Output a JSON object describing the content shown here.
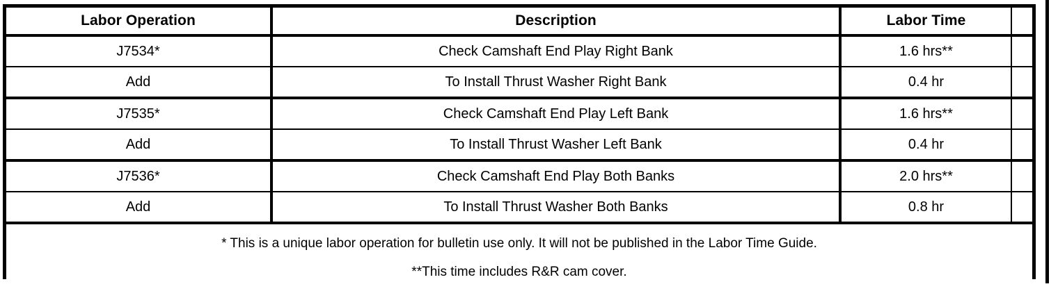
{
  "table": {
    "columns": [
      {
        "key": "operation",
        "label": "Labor Operation"
      },
      {
        "key": "description",
        "label": "Description"
      },
      {
        "key": "time",
        "label": "Labor Time"
      },
      {
        "key": "spacer",
        "label": ""
      }
    ],
    "rows": [
      {
        "operation": "J7534*",
        "description": "Check Camshaft End Play Right Bank",
        "time": "1.6 hrs**"
      },
      {
        "operation": "Add",
        "description": "To Install Thrust Washer Right Bank",
        "time": "0.4 hr"
      },
      {
        "operation": "J7535*",
        "description": "Check Camshaft End Play Left Bank",
        "time": "1.6 hrs**"
      },
      {
        "operation": "Add",
        "description": "To Install Thrust Washer Left Bank",
        "time": "0.4 hr"
      },
      {
        "operation": "J7536*",
        "description": "Check Camshaft End Play Both Banks",
        "time": "2.0 hrs**"
      },
      {
        "operation": "Add",
        "description": "To Install Thrust Washer Both Banks",
        "time": "0.8 hr"
      }
    ],
    "notes": [
      "* This is a unique labor operation for bulletin use only. It will not be published in the Labor Time Guide.",
      "**This time includes R&R cam cover."
    ]
  },
  "colors": {
    "border": "#000000",
    "text": "#000000",
    "background": "#ffffff"
  }
}
